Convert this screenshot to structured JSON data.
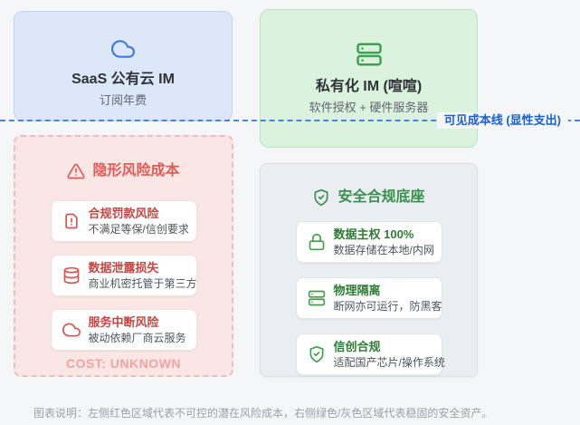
{
  "page": {
    "background": "#f5f6f8",
    "caption": "图表说明：左侧红色区域代表不可控的潜在风险成本，右侧绿色/灰色区域代表稳固的安全资产。"
  },
  "cost_line": {
    "label": "可见成本线 (显性支出)",
    "label_color": "#1a5fd7",
    "line_color": "#4b82e8"
  },
  "saas_box": {
    "icon": "cloud-icon",
    "icon_color": "#3e79e3",
    "title": "SaaS 公有云 IM",
    "subtitle": "订阅年费",
    "bg": "#dce8fa",
    "border": "#bfd4f4"
  },
  "private_box": {
    "icon": "server-icon",
    "icon_color": "#3da14f",
    "title": "私有化 IM (喧喧)",
    "subtitle": "软件授权 + 硬件服务器",
    "bg": "#daf2de",
    "border": "#b9e5c2"
  },
  "risk_panel": {
    "icon": "warning-triangle-icon",
    "heading": "隐形风险成本",
    "heading_color": "#e25a54",
    "bg": "#fae6e5",
    "border": "#edbdbb",
    "cards": [
      {
        "icon": "file-alert-icon",
        "title": "合规罚款风险",
        "subtitle": "不满足等保/信创要求"
      },
      {
        "icon": "database-icon",
        "title": "数据泄露损失",
        "subtitle": "商业机密托管于第三方"
      },
      {
        "icon": "cloud-outage-icon",
        "title": "服务中断风险",
        "subtitle": "被动依赖厂商云服务"
      }
    ],
    "footer": "COST: UNKNOWN",
    "footer_color": "#f0a4a2"
  },
  "security_panel": {
    "icon": "shield-check-icon",
    "heading": "安全合规底座",
    "heading_color": "#37914b",
    "bg": "#ebeef0",
    "border": "#dce0e3",
    "cards": [
      {
        "icon": "lock-icon",
        "title": "数据主权 100%",
        "subtitle": "数据存储在本地/内网"
      },
      {
        "icon": "server-icon",
        "title": "物理隔离",
        "subtitle": "断网亦可运行，防黑客"
      },
      {
        "icon": "shield-check-icon",
        "title": "信创合规",
        "subtitle": "适配国产芯片/操作系统"
      }
    ]
  }
}
